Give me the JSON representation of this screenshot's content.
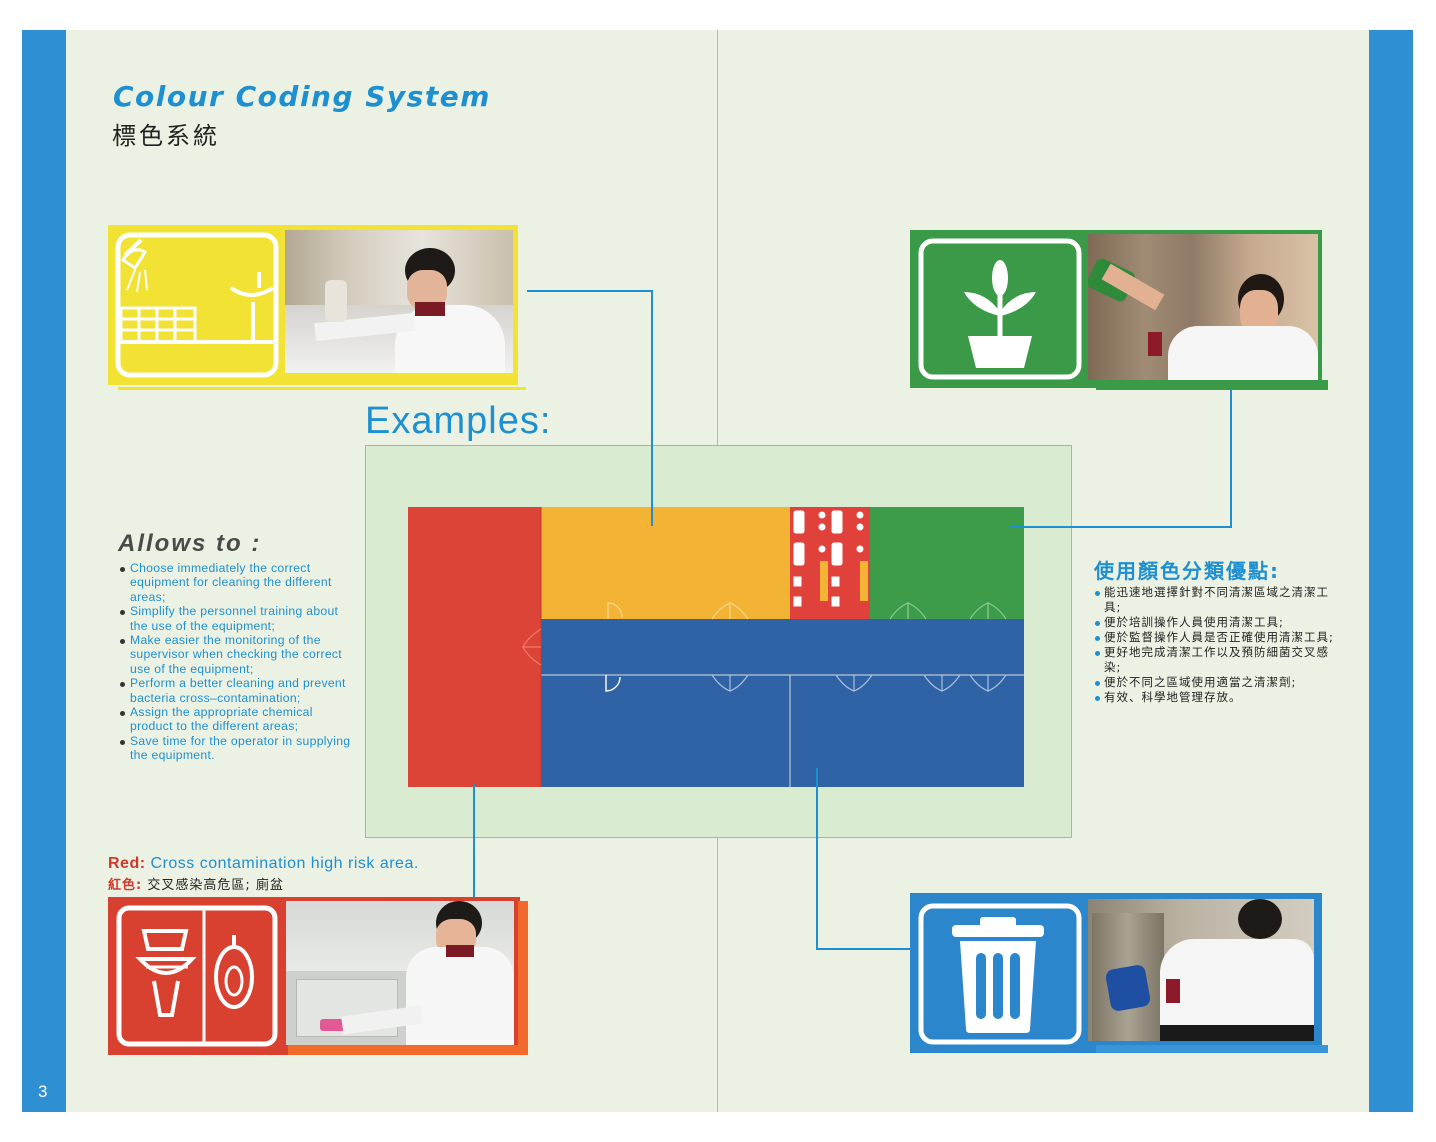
{
  "page_number": "3",
  "header": {
    "title": "Colour Coding System",
    "subtitle": "標色系統"
  },
  "examples_label": "Examples:",
  "allows": {
    "title": "Allows to :",
    "items": [
      "Choose immediately the correct equipment for cleaning the different areas;",
      "Simplify the personnel training about the use of the equipment;",
      "Make easier the monitoring of the supervisor when checking the correct use of the equipment;",
      "Perform a better cleaning and prevent bacteria cross–contamination;",
      "Assign the appropriate chemical product to the different areas;",
      "Save time for the operator in supplying the equipment."
    ]
  },
  "advantages_zh": {
    "title": "使用顏色分類優點:",
    "items": [
      "能迅速地選擇針對不同清潔區域之清潔工具;",
      "便於培訓操作人員使用清潔工具;",
      "便於監督操作人員是否正確使用清潔工具;",
      "更好地完成清潔工作以及預防細菌交叉感染;",
      "便於不同之區域使用適當之清潔劑;",
      "有效、科學地管理存放。"
    ]
  },
  "red_caption": {
    "label": "Red:",
    "text": "Cross contamination high risk area.",
    "label_zh": "紅色:",
    "text_zh": "交叉感染高危區; 廁盆"
  },
  "icons": {
    "yellow": "sink-shower-icon",
    "green": "plant-icon",
    "red": "toilet-urinal-icon",
    "blue": "trash-bin-icon"
  },
  "colors": {
    "blue_accent": "#2f8fd3",
    "yellow": "#f2e233",
    "green": "#3a9a48",
    "red": "#d8402f",
    "blue": "#2b86cc",
    "floor_red": "#dc4437",
    "floor_orange": "#f3b436",
    "floor_green": "#3d9c4a",
    "floor_blue": "#2f63a5"
  }
}
